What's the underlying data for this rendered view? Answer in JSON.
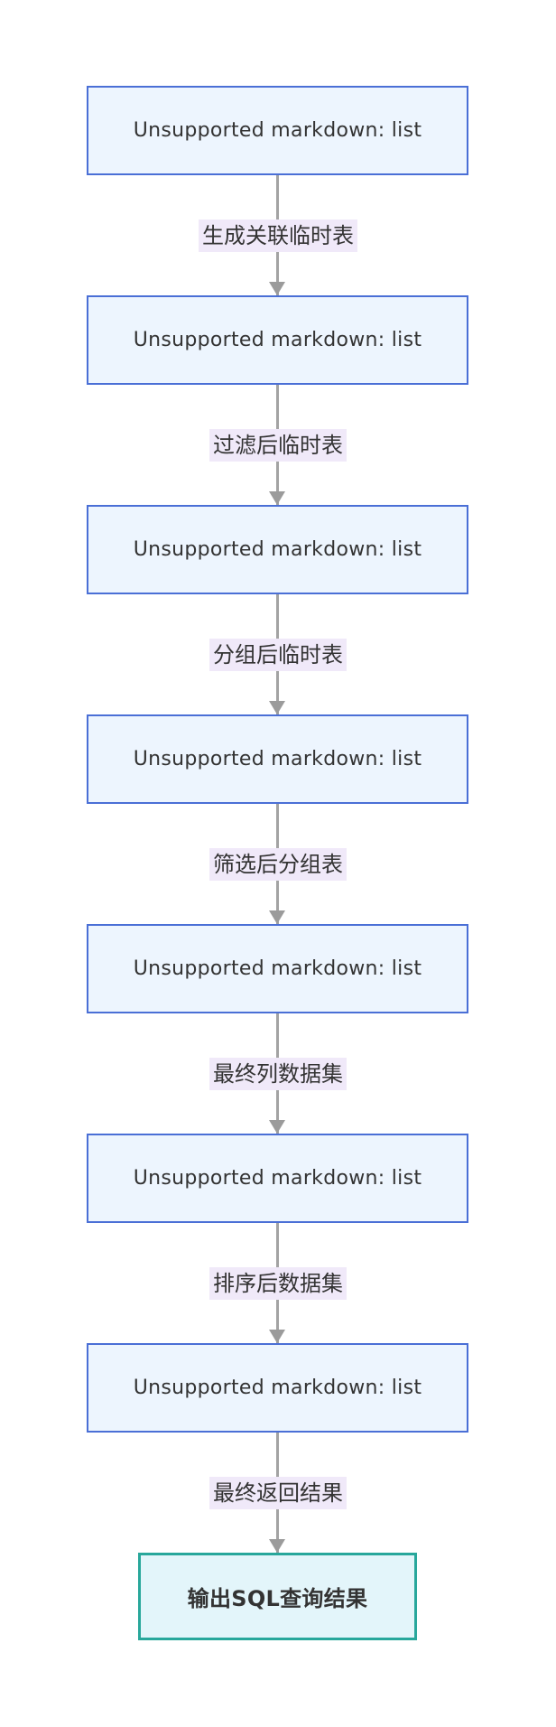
{
  "diagram": {
    "type": "flowchart",
    "direction": "top-down",
    "nodes": [
      {
        "label": "Unsupported markdown: list"
      },
      {
        "label": "Unsupported markdown: list"
      },
      {
        "label": "Unsupported markdown: list"
      },
      {
        "label": "Unsupported markdown: list"
      },
      {
        "label": "Unsupported markdown: list"
      },
      {
        "label": "Unsupported markdown: list"
      },
      {
        "label": "Unsupported markdown: list"
      },
      {
        "label": "输出SQL查询结果"
      }
    ],
    "edges": [
      {
        "label": "生成关联临时表"
      },
      {
        "label": "过滤后临时表"
      },
      {
        "label": "分组后临时表"
      },
      {
        "label": "筛选后分组表"
      },
      {
        "label": "最终列数据集"
      },
      {
        "label": "排序后数据集"
      },
      {
        "label": "最终返回结果"
      }
    ],
    "colors": {
      "background": "#ffffff",
      "node_fill": "#edf5fe",
      "node_border": "#4a6fd6",
      "node_text": "#333333",
      "final_node_fill": "#e3f5fa",
      "final_node_border": "#28a79b",
      "edge_line": "#a3a3a3",
      "arrowhead": "#9b9b9b",
      "edge_label_bg": "#f0e9f9",
      "edge_label_text": "#333333"
    }
  }
}
